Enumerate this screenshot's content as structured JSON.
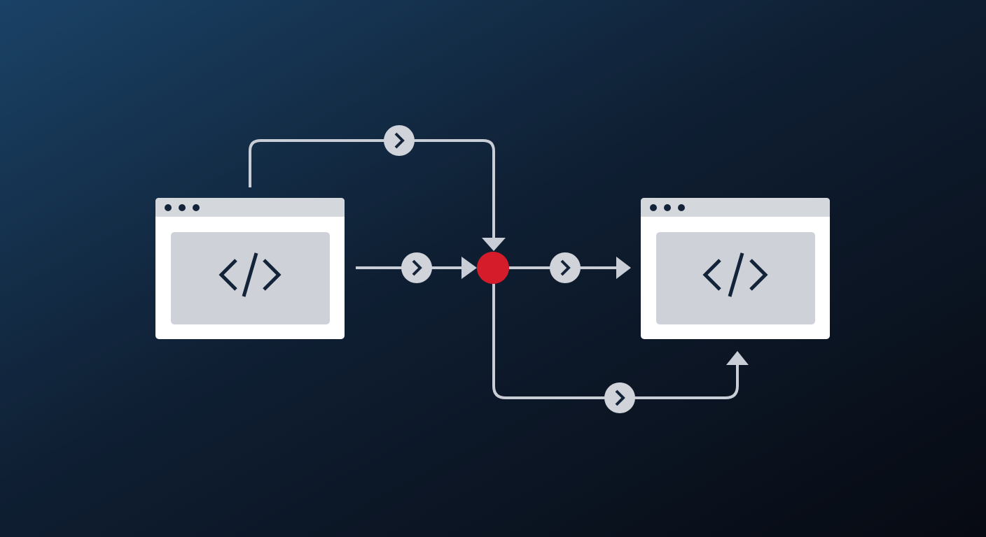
{
  "colors": {
    "background_start": "#1a4266",
    "background_mid": "#0f1f33",
    "background_end": "#080c16",
    "line": "#c9ced6",
    "window_frame": "#ffffff",
    "window_titlebar": "#d4d7dc",
    "window_panel": "#ced2d8",
    "icon_dark": "#13233a",
    "junction": "#d41c2a"
  },
  "nodes": [
    {
      "id": "source-window",
      "icon": "code-icon"
    },
    {
      "id": "junction",
      "icon": "red-dot"
    },
    {
      "id": "target-window",
      "icon": "code-icon"
    }
  ],
  "edges": [
    {
      "from": "source-window",
      "to": "junction",
      "route": "top",
      "marker": "chevron-right-icon"
    },
    {
      "from": "source-window",
      "to": "junction",
      "route": "direct",
      "marker": "chevron-right-icon"
    },
    {
      "from": "junction",
      "to": "target-window",
      "route": "direct",
      "marker": "chevron-right-icon"
    },
    {
      "from": "junction",
      "to": "target-window",
      "route": "bottom",
      "marker": "chevron-right-icon"
    }
  ]
}
